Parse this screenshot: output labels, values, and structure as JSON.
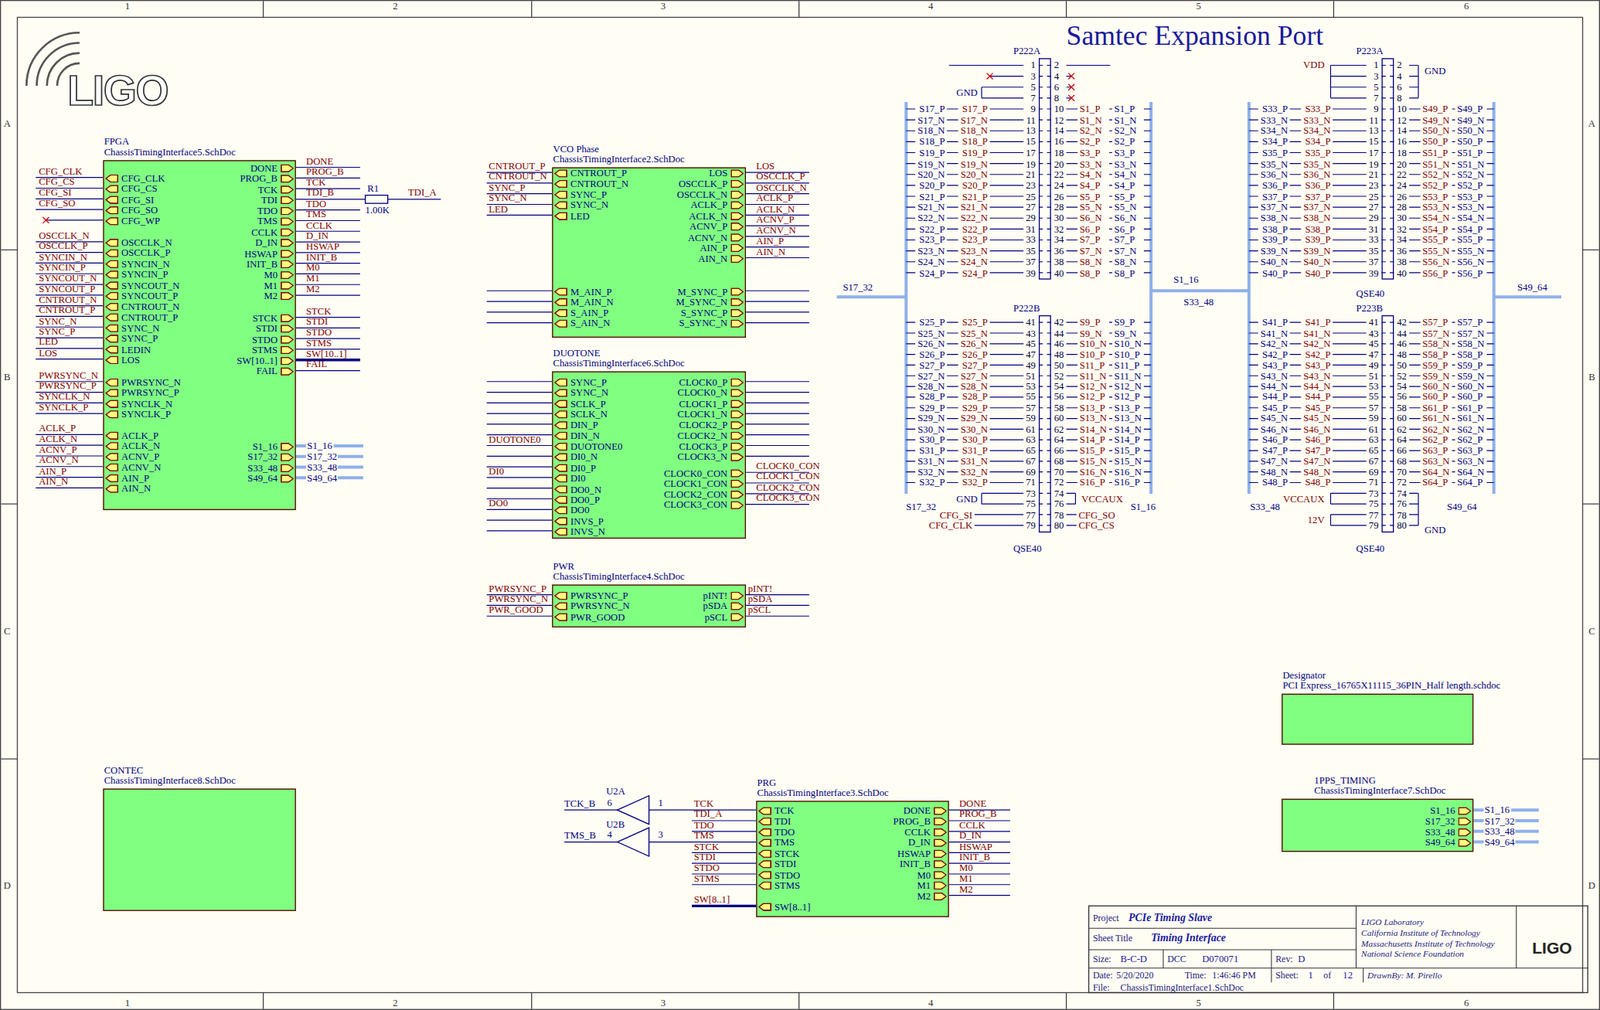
{
  "diagram": {
    "title": "Samtec Expansion Port",
    "nodes": [
      {
        "text": [
          "FPGA",
          "ChassisTimingInterface5.SchDoc",
          "CFG_CLK",
          "CFG_CS",
          "CFG_SI",
          "CFG_SO",
          "CFG_WP",
          "OSCCLK_N",
          "OSCCLK_P",
          "SYNCIN_N",
          "SYNCIN_P",
          "SYNCOUT_N",
          "SYNCOUT_P",
          "CNTROUT_N",
          "CNTROUT_P",
          "SYNC_N",
          "SYNC_P",
          "LEDIN",
          "LOS",
          "PWRSYNC_N",
          "PWRSYNC_P",
          "SYNCLK_N",
          "SYNCLK_P",
          "ACLK_P",
          "ACLK_N",
          "ACNV_P",
          "ACNV_N",
          "AIN_P",
          "AIN_N",
          "DONE",
          "PROG_B",
          "TCK",
          "TDI",
          "TDO",
          "TMS",
          "CCLK",
          "D_IN",
          "HSWAP",
          "INIT_B",
          "M0",
          "M1",
          "M2",
          "STCK",
          "STDI",
          "STDO",
          "STMS",
          "SW[10..1]",
          "FAIL",
          "S1_16",
          "S17_32",
          "S33_48",
          "S49_64"
        ]
      },
      {
        "text": [
          "VCO Phase",
          "ChassisTimingInterface2.SchDoc",
          "CNTROUT_P",
          "CNTROUT_N",
          "SYNC_P",
          "SYNC_N",
          "LED",
          "M_AIN_P",
          "M_AIN_N",
          "S_AIN_P",
          "S_AIN_N",
          "LOS",
          "OSCCLK_P",
          "OSCCLK_N",
          "ACLK_P",
          "ACLK_N",
          "ACNV_P",
          "ACNV_N",
          "AIN_P",
          "AIN_N",
          "M_SYNC_P",
          "M_SYNC_N",
          "S_SYNC_P",
          "S_SYNC_N"
        ]
      },
      {
        "text": [
          "DUOTONE",
          "ChassisTimingInterface6.SchDoc",
          "SYNC_P",
          "SYNC_N",
          "SCLK_P",
          "SCLK_N",
          "DIN_P",
          "DIN_N",
          "DUOTONE0",
          "DI0_N",
          "DI0_P",
          "DI0",
          "DO0_N",
          "DO0_P",
          "DO0",
          "INVS_P",
          "INVS_N",
          "CLOCK0_P",
          "CLOCK0_N",
          "CLOCK1_P",
          "CLOCK1_N",
          "CLOCK2_P",
          "CLOCK2_N",
          "CLOCK3_P",
          "CLOCK3_N",
          "CLOCK0_CON",
          "CLOCK1_CON",
          "CLOCK2_CON",
          "CLOCK3_CON"
        ]
      },
      {
        "text": [
          "PWR",
          "ChassisTimingInterface4.SchDoc",
          "PWRSYNC_P",
          "PWRSYNC_N",
          "PWR_GOOD",
          "pINT!",
          "pSDA",
          "pSCL"
        ]
      },
      {
        "text": [
          "P222A"
        ]
      },
      {
        "text": [
          "P222B",
          "QSE40"
        ]
      },
      {
        "text": [
          "P223A",
          "QSE40"
        ]
      },
      {
        "text": [
          "P223B",
          "QSE40"
        ]
      },
      {
        "text": [
          "Designator",
          "PCI Express_16765X11115_36PIN_Half length.schdoc"
        ]
      },
      {
        "text": [
          "CONTEC",
          "ChassisTimingInterface8.SchDoc"
        ]
      },
      {
        "text": [
          "PRG",
          "ChassisTimingInterface3.SchDoc",
          "TCK",
          "TDI",
          "TDO",
          "TMS",
          "STCK",
          "STDI",
          "STDO",
          "STMS",
          "SW[8..1]",
          "DONE",
          "PROG_B",
          "CCLK",
          "D_IN",
          "HSWAP",
          "INIT_B",
          "M0",
          "M1",
          "M2"
        ]
      },
      {
        "text": [
          "1PPS_TIMING",
          "ChassisTimingInterface7.SchDoc",
          "S1_16",
          "S17_32",
          "S33_48",
          "S49_64"
        ]
      }
    ],
    "labels": [
      "1",
      "2",
      "3",
      "4",
      "5",
      "6",
      "1",
      "2",
      "3",
      "4",
      "5",
      "6",
      "A",
      "B",
      "C",
      "D",
      "A",
      "B",
      "C",
      "D",
      "LIGO",
      "CFG_CLK",
      "CFG_CS",
      "CFG_SI",
      "CFG_SO",
      "OSCCLK_N",
      "OSCCLK_P",
      "SYNCIN_N",
      "SYNCIN_P",
      "SYNCOUT_N",
      "SYNCOUT_P",
      "CNTROUT_N",
      "CNTROUT_P",
      "SYNC_N",
      "SYNC_P",
      "LED",
      "LOS",
      "PWRSYNC_N",
      "PWRSYNC_P",
      "SYNCLK_N",
      "SYNCLK_P",
      "ACLK_P",
      "ACLK_N",
      "ACNV_P",
      "ACNV_N",
      "AIN_P",
      "AIN_N",
      "DONE",
      "PROG_B",
      "TCK",
      "TDI_B",
      "TDO",
      "TMS",
      "CCLK",
      "D_IN",
      "HSWAP",
      "INIT_B",
      "M0",
      "M1",
      "M2",
      "STCK",
      "STDI",
      "STDO",
      "STMS",
      "SW[10..1]",
      "FAIL",
      "S1_16",
      "S17_32",
      "S33_48",
      "S49_64",
      "R1",
      "1.00K",
      "TDI_A",
      "CNTROUT_P",
      "CNTROUT_N",
      "SYNC_P",
      "SYNC_N",
      "LED",
      "LOS",
      "OSCCLK_P",
      "OSCCLK_N",
      "ACLK_P",
      "ACLK_N",
      "ACNV_P",
      "ACNV_N",
      "AIN_P",
      "AIN_N",
      "DUOTONE0",
      "DI0",
      "DO0",
      "CLOCK0_CON",
      "CLOCK1_CON",
      "CLOCK2_CON",
      "CLOCK3_CON",
      "PWRSYNC_P",
      "PWRSYNC_N",
      "PWR_GOOD",
      "pINT!",
      "pSDA",
      "pSCL",
      "TCK",
      "TDI_A",
      "TDO",
      "TMS",
      "STCK",
      "STDI",
      "STDO",
      "STMS",
      "SW[8..1]",
      "DONE",
      "PROG_B",
      "CCLK",
      "D_IN",
      "HSWAP",
      "INIT_B",
      "M0",
      "M1",
      "M2",
      "U2A",
      "6",
      "1",
      "TCK_B",
      "U2B",
      "4",
      "3",
      "TMS_B",
      "S1_16",
      "S17_32",
      "S33_48",
      "S49_64",
      "1",
      "3",
      "5",
      "7",
      "9",
      "11",
      "13",
      "15",
      "17",
      "19",
      "21",
      "23",
      "25",
      "27",
      "29",
      "31",
      "33",
      "35",
      "37",
      "39",
      "2",
      "4",
      "6",
      "8",
      "10",
      "12",
      "14",
      "16",
      "18",
      "20",
      "22",
      "24",
      "26",
      "28",
      "30",
      "32",
      "34",
      "36",
      "38",
      "40",
      "S17_P",
      "S17_N",
      "S18_N",
      "S18_P",
      "S19_P",
      "S19_N",
      "S20_N",
      "S20_P",
      "S21_P",
      "S21_N",
      "S22_N",
      "S22_P",
      "S23_P",
      "S23_N",
      "S24_N",
      "S24_P",
      "S1_P",
      "S1_N",
      "S2_N",
      "S2_P",
      "S3_P",
      "S3_N",
      "S4_N",
      "S4_P",
      "S5_P",
      "S5_N",
      "S6_N",
      "S6_P",
      "S7_P",
      "S7_N",
      "S8_N",
      "S8_P",
      "S17_P",
      "S17_N",
      "S18_N",
      "S18_P",
      "S19_P",
      "S19_N",
      "S20_N",
      "S20_P",
      "S21_P",
      "S21_N",
      "S22_N",
      "S22_P",
      "S23_P",
      "S23_N",
      "S24_N",
      "S24_P",
      "S1_P",
      "S1_N",
      "S2_N",
      "S2_P",
      "S3_P",
      "S3_N",
      "S4_N",
      "S4_P",
      "S5_P",
      "S5_N",
      "S6_N",
      "S6_P",
      "S7_P",
      "S7_N",
      "S8_N",
      "S8_P",
      "GND",
      "41",
      "43",
      "45",
      "47",
      "49",
      "51",
      "53",
      "55",
      "57",
      "59",
      "61",
      "63",
      "65",
      "67",
      "69",
      "71",
      "73",
      "75",
      "77",
      "79",
      "42",
      "44",
      "46",
      "48",
      "50",
      "52",
      "54",
      "56",
      "58",
      "60",
      "62",
      "64",
      "66",
      "68",
      "70",
      "72",
      "74",
      "76",
      "78",
      "80",
      "S25_P",
      "S25_N",
      "S26_N",
      "S26_P",
      "S27_P",
      "S27_N",
      "S28_N",
      "S28_P",
      "S29_P",
      "S29_N",
      "S30_N",
      "S30_P",
      "S31_P",
      "S31_N",
      "S32_N",
      "S32_P",
      "S9_P",
      "S9_N",
      "S10_N",
      "S10_P",
      "S11_P",
      "S11_N",
      "S12_N",
      "S12_P",
      "S13_P",
      "S13_N",
      "S14_N",
      "S14_P",
      "S15_P",
      "S15_N",
      "S16_N",
      "S16_P",
      "S25_P",
      "S25_N",
      "S26_N",
      "S26_P",
      "S27_P",
      "S27_N",
      "S28_N",
      "S28_P",
      "S29_P",
      "S29_N",
      "S30_N",
      "S30_P",
      "S31_P",
      "S31_N",
      "S32_N",
      "S32_P",
      "S9_P",
      "S9_N",
      "S10_N",
      "S10_P",
      "S11_P",
      "S11_N",
      "S12_N",
      "S12_P",
      "S13_P",
      "S13_N",
      "S14_N",
      "S14_P",
      "S15_P",
      "S15_N",
      "S16_N",
      "S16_P",
      "GND",
      "VCCAUX",
      "CFG_SI",
      "CFG_CLK",
      "CFG_SO",
      "CFG_CS",
      "S17_32",
      "S1_16",
      "S17_32",
      "S1_16",
      "S33_48",
      "S49_64",
      "1",
      "3",
      "5",
      "7",
      "9",
      "11",
      "13",
      "15",
      "17",
      "19",
      "21",
      "23",
      "25",
      "27",
      "29",
      "31",
      "33",
      "35",
      "37",
      "39",
      "2",
      "4",
      "6",
      "8",
      "10",
      "12",
      "14",
      "16",
      "18",
      "20",
      "22",
      "24",
      "26",
      "28",
      "30",
      "32",
      "34",
      "36",
      "38",
      "40",
      "S33_P",
      "S33_N",
      "S34_N",
      "S34_P",
      "S35_P",
      "S35_N",
      "S36_N",
      "S36_P",
      "S37_P",
      "S37_N",
      "S38_N",
      "S38_P",
      "S39_P",
      "S39_N",
      "S40_N",
      "S40_P",
      "S49_P",
      "S49_N",
      "S50_N",
      "S50_P",
      "S51_P",
      "S51_N",
      "S52_N",
      "S52_P",
      "S53_P",
      "S53_N",
      "S54_N",
      "S54_P",
      "S55_P",
      "S55_N",
      "S56_N",
      "S56_P",
      "S33_P",
      "S33_N",
      "S34_N",
      "S34_P",
      "S35_P",
      "S35_N",
      "S36_N",
      "S36_P",
      "S37_P",
      "S37_N",
      "S38_N",
      "S38_P",
      "S39_P",
      "S39_N",
      "S40_N",
      "S40_P",
      "S49_P",
      "S49_N",
      "S50_N",
      "S50_P",
      "S51_P",
      "S51_N",
      "S52_N",
      "S52_P",
      "S53_P",
      "S53_N",
      "S54_N",
      "S54_P",
      "S55_P",
      "S55_N",
      "S56_N",
      "S56_P",
      "VDD",
      "GND",
      "41",
      "43",
      "45",
      "47",
      "49",
      "51",
      "53",
      "55",
      "57",
      "59",
      "61",
      "63",
      "65",
      "67",
      "69",
      "71",
      "73",
      "75",
      "77",
      "79",
      "42",
      "44",
      "46",
      "48",
      "50",
      "52",
      "54",
      "56",
      "58",
      "60",
      "62",
      "64",
      "66",
      "68",
      "70",
      "72",
      "74",
      "76",
      "78",
      "80",
      "S41_P",
      "S41_N",
      "S42_N",
      "S42_P",
      "S43_P",
      "S43_N",
      "S44_N",
      "S44_P",
      "S45_P",
      "S45_N",
      "S46_N",
      "S46_P",
      "S47_P",
      "S47_N",
      "S48_N",
      "S48_P",
      "S57_P",
      "S57_N",
      "S58_N",
      "S58_P",
      "S59_P",
      "S59_N",
      "S60_N",
      "S60_P",
      "S61_P",
      "S61_N",
      "S62_N",
      "S62_P",
      "S63_P",
      "S63_N",
      "S64_N",
      "S64_P",
      "S41_P",
      "S41_N",
      "S42_N",
      "S42_P",
      "S43_P",
      "S43_N",
      "S44_N",
      "S44_P",
      "S45_P",
      "S45_N",
      "S46_N",
      "S46_P",
      "S47_P",
      "S47_N",
      "S48_N",
      "S48_P",
      "S57_P",
      "S57_N",
      "S58_N",
      "S58_P",
      "S59_P",
      "S59_N",
      "S60_N",
      "S60_P",
      "S61_P",
      "S61_N",
      "S62_N",
      "S62_P",
      "S63_P",
      "S63_N",
      "S64_N",
      "S64_P",
      "VCCAUX",
      "12V",
      "GND",
      "S33_48",
      "S49_64",
      "Project",
      "PCIe Timing Slave",
      "Sheet Title",
      "Timing Interface",
      "Size:",
      "B-C-D",
      "DCC",
      "D070071",
      "Rev:",
      "D",
      "Date:",
      "5/20/2020",
      "Time:",
      "1:46:46 PM",
      "Sheet:",
      "1",
      "of",
      "12",
      "DrawnBy: M. Pirello",
      "File:",
      "ChassisTimingInterface1.SchDoc",
      "LIGO Laboratory",
      "California Institute of Technology",
      "Massachusetts Institute of Technology",
      "National Science Foundation",
      "LIGO"
    ]
  }
}
